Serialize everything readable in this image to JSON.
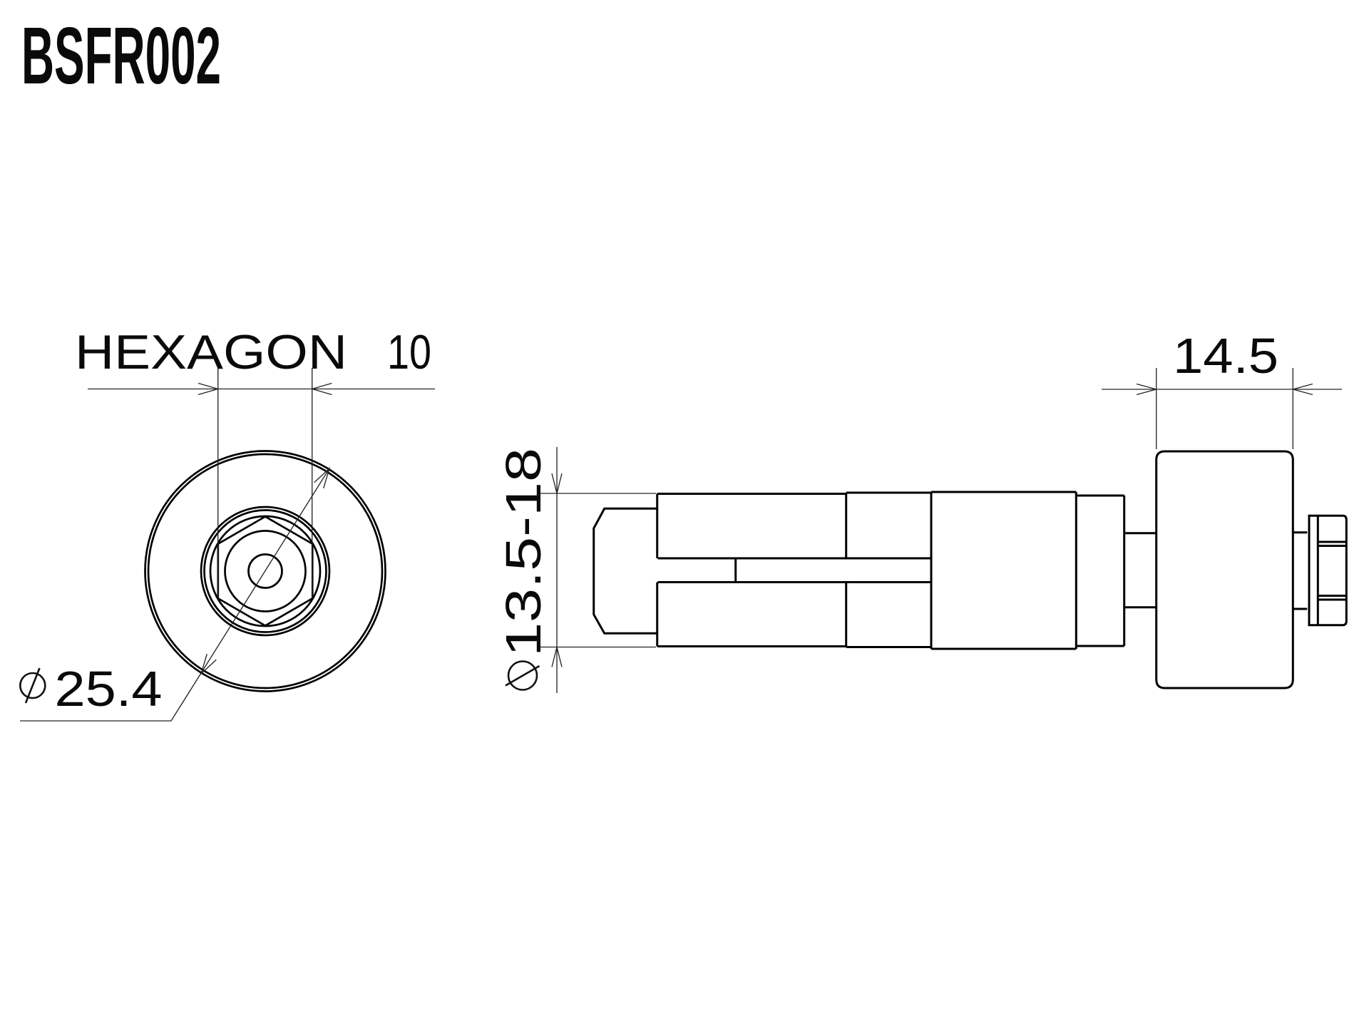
{
  "drawing": {
    "code": "BSFR002",
    "background_color": "#ffffff",
    "line_color": "#000000",
    "dimension_line_color": "#262626",
    "text_color": "#0a0a0a"
  },
  "front_view": {
    "hex_label_word": "HEXAGON",
    "hex_label_value": "10",
    "hex_label_full": "HEXAGON 10",
    "diameter_symbol": "⌀",
    "outer_diameter_value": "25.4",
    "outer_diameter_full": "⌀25.4"
  },
  "side_view": {
    "flange_width_value": "14.5",
    "diameter_symbol": "⌀",
    "clamp_range_value": "13.5-18",
    "clamp_range_full": "⌀13.5-18"
  }
}
